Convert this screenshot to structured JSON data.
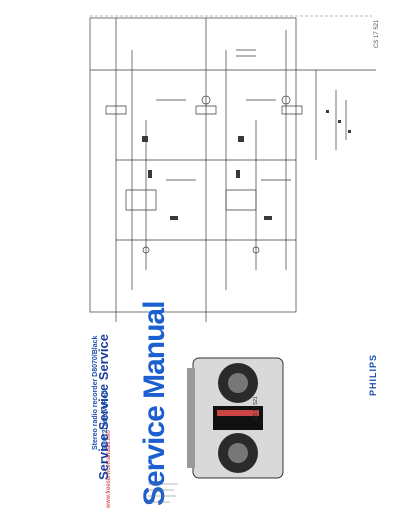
{
  "page": {
    "number": "CS 17 521"
  },
  "cover": {
    "url": "www.freeservicemanuals.info",
    "series_mark": "Service Service Service",
    "title": "Service Manual",
    "model_line_1": "Stereo radio recorder D8070/Black",
    "model_line_2": "D8072/Yellow/Red",
    "doc_code": "CS 17 521",
    "brand": "PHILIPS"
  },
  "colors": {
    "title_blue": "#1b5fd0",
    "brand_blue": "#1b4fb0",
    "url_red": "#d02b2b",
    "schematic_ink": "#3a3a3a"
  },
  "icons": {
    "philips_shield": "philips-shield-icon"
  }
}
